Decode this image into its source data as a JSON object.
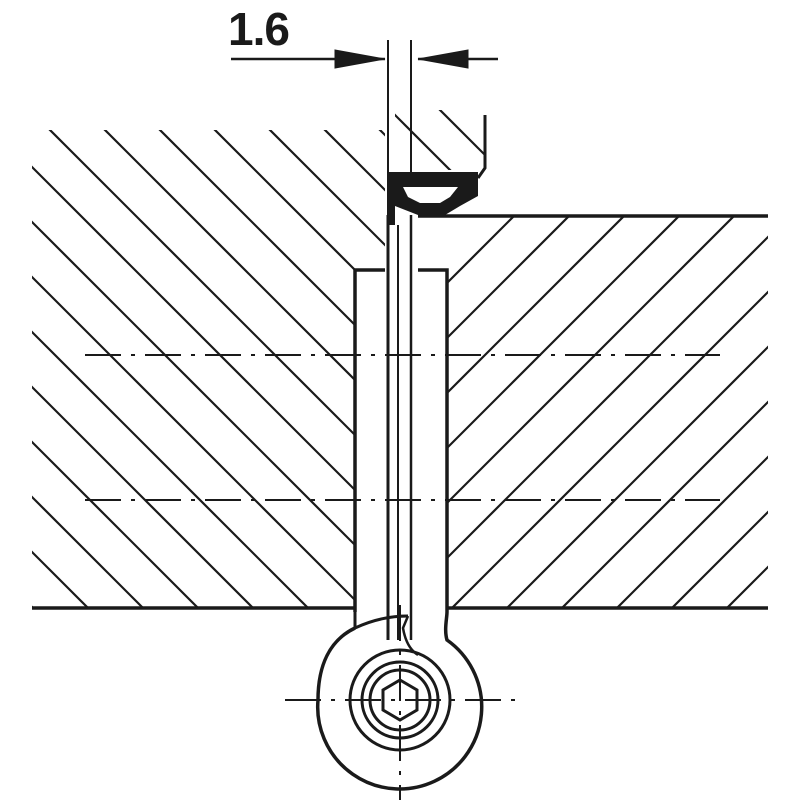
{
  "diagram": {
    "type": "technical-drawing",
    "subject": "concealed hinge cross-section installed between two hatched panels",
    "dimension": {
      "value": "1.6",
      "description": "gap width between door and frame"
    },
    "colors": {
      "line": "#1a1a1a",
      "background": "#ffffff"
    },
    "components": [
      {
        "name": "left-panel",
        "hatch": "diagonal-down"
      },
      {
        "name": "right-panel",
        "hatch": "diagonal-up"
      },
      {
        "name": "hinge-leaves",
        "style": "rectangular recesses"
      },
      {
        "name": "seal-profile",
        "style": "solid black"
      },
      {
        "name": "hinge-knuckle",
        "style": "circular with concentric rings and hex socket"
      },
      {
        "name": "centerlines",
        "style": "dash-dot"
      }
    ]
  }
}
